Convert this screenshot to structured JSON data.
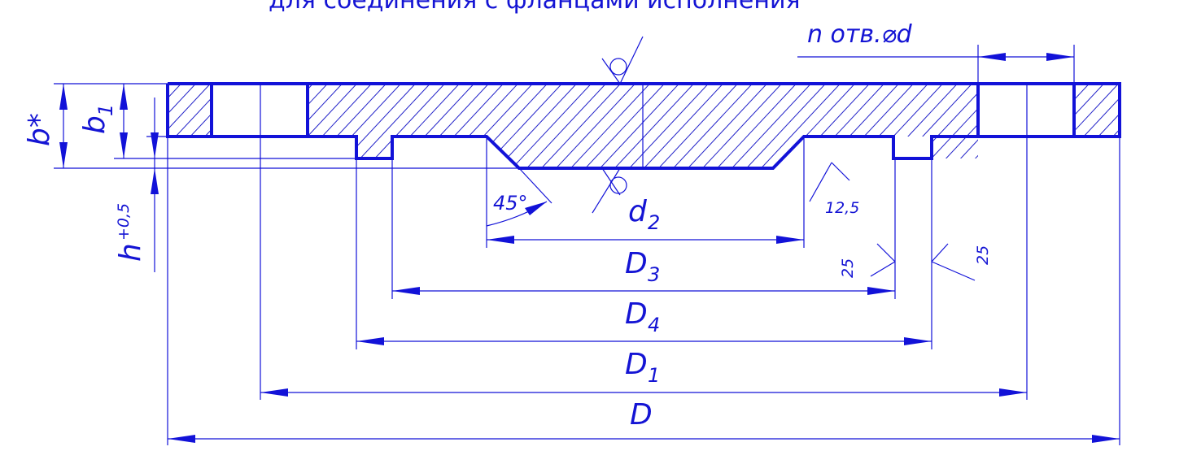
{
  "labels": {
    "header_fragment": "для соединения с фланцами исполнения",
    "holes": "n отв.⌀d",
    "b_star": "b*",
    "b1_main": "b",
    "b1_sub": "1",
    "h_main": "h",
    "h_tol": "+0,5",
    "angle": "45°",
    "d2_main": "d",
    "d2_sub": "2",
    "D3_main": "D",
    "D3_sub": "3",
    "D4_main": "D",
    "D4_sub": "4",
    "D1_main": "D",
    "D1_sub": "1",
    "D_main": "D",
    "rough_12_5": "12,5",
    "rough_25_left": "25",
    "rough_25_right": "25"
  },
  "colors": {
    "ink": "#1212d8",
    "paper": "#ffffff"
  }
}
